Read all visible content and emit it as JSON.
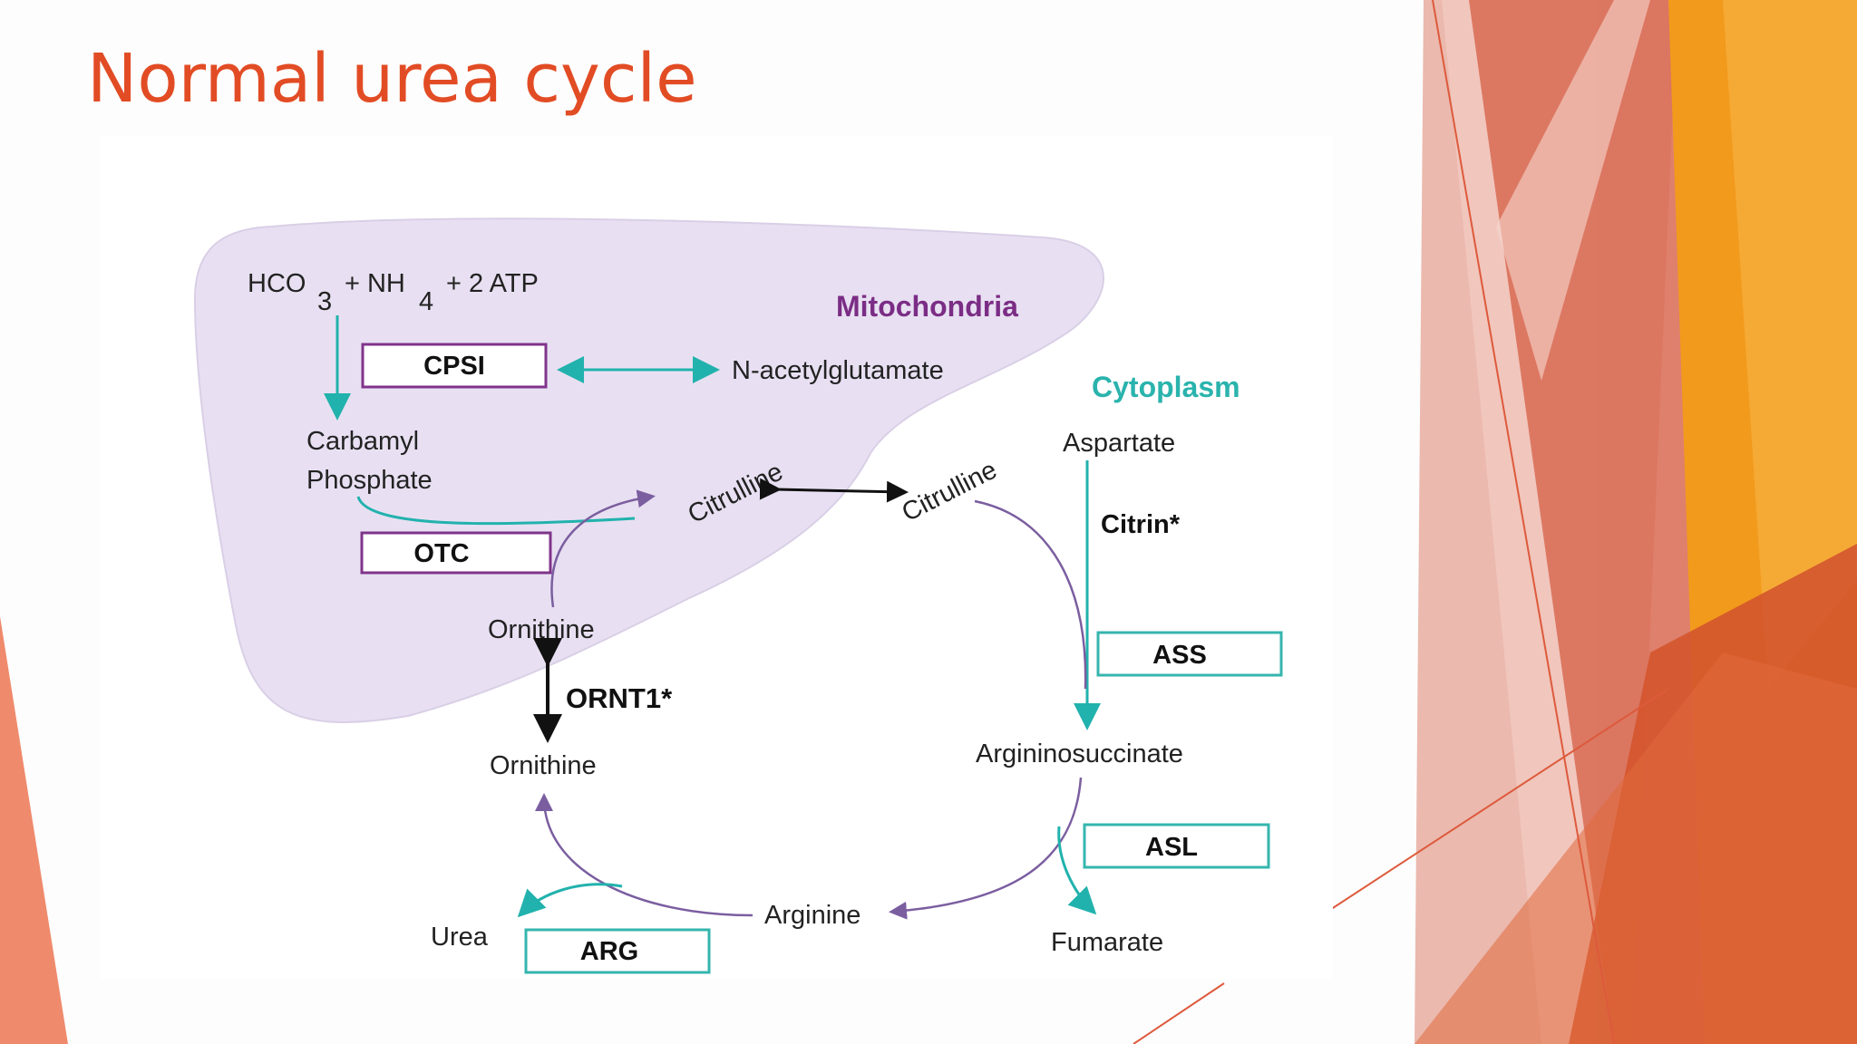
{
  "slide": {
    "title": "Normal urea cycle",
    "title_color": "#e24c25",
    "accent_colors": [
      "#f0845c",
      "#d5513a",
      "#f39c1a",
      "#e6b8a8"
    ]
  },
  "diagram": {
    "compartments": {
      "mitochondria": "Mitochondria",
      "cytoplasm": "Cytoplasm"
    },
    "metabolites": {
      "hco3": "HCO",
      "hco3_sub": "3",
      "plus1": "+ NH",
      "nh4_sub": "4",
      "atp": "+ 2 ATP",
      "n_acetylglutamate": "N-acetylglutamate",
      "carbamyl": "Carbamyl",
      "phosphate": "Phosphate",
      "citrulline_mito": "Citrulline",
      "citrulline_cyto": "Citrulline",
      "ornithine_mito": "Ornithine",
      "ornithine_cyto": "Ornithine",
      "aspartate": "Aspartate",
      "argininosuccinate": "Argininosuccinate",
      "fumarate": "Fumarate",
      "arginine": "Arginine",
      "urea": "Urea"
    },
    "enzymes": {
      "cpsi": "CPSI",
      "otc": "OTC",
      "ass": "ASS",
      "asl": "ASL",
      "arg": "ARG"
    },
    "transporters": {
      "ornt1": "ORNT1*",
      "citrin": "Citrin*"
    },
    "colors": {
      "mitochondria_fill": "#e8e0f2",
      "mito_label": "#7b2d85",
      "cyto_label": "#2ab3ad",
      "teal_arrow": "#22b2ad",
      "purple_arrow": "#7b5ea0",
      "mito_box": "#80348a",
      "cyto_box": "#35b5ae"
    }
  }
}
